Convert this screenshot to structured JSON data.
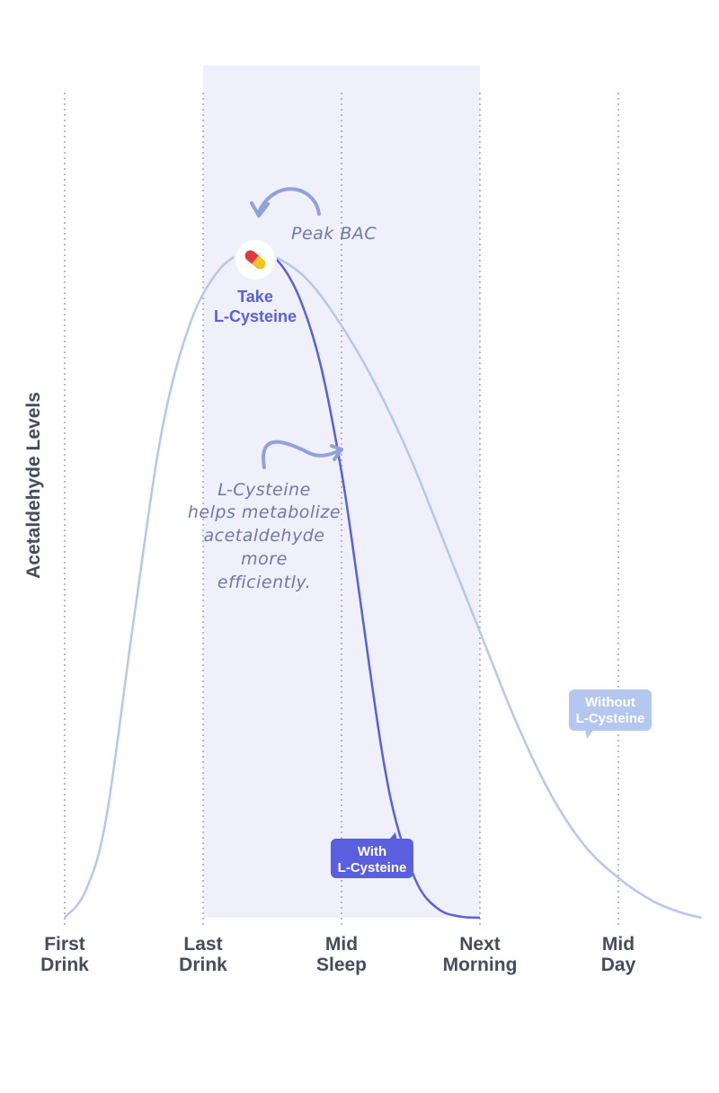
{
  "chart_data": {
    "type": "line",
    "ylabel": "Acetaldehyde Levels",
    "xlabel": "",
    "categories": [
      {
        "line1": "First",
        "line2": "Drink"
      },
      {
        "line1": "Last",
        "line2": "Drink"
      },
      {
        "line1": "Mid",
        "line2": "Sleep"
      },
      {
        "line1": "Next",
        "line2": "Morning"
      },
      {
        "line1": "Mid",
        "line2": "Day"
      }
    ],
    "xlim": [
      0,
      4.6
    ],
    "ylim": [
      0,
      1
    ],
    "shaded_range": [
      1,
      3
    ],
    "series": [
      {
        "name": "Without L-Cysteine",
        "label_line1": "Without",
        "label_line2": "L-Cysteine",
        "color": "#b4c7ee",
        "x": [
          0,
          0.15,
          0.3,
          0.5,
          0.7,
          0.9,
          1.1,
          1.3,
          1.5,
          1.75,
          2.0,
          2.25,
          2.5,
          2.75,
          3.0,
          3.25,
          3.5,
          3.75,
          4.0,
          4.25,
          4.45,
          4.6
        ],
        "y": [
          0.0,
          0.04,
          0.15,
          0.45,
          0.73,
          0.89,
          0.97,
          1.0,
          0.995,
          0.96,
          0.89,
          0.8,
          0.69,
          0.56,
          0.43,
          0.3,
          0.19,
          0.11,
          0.06,
          0.025,
          0.008,
          0.0
        ]
      },
      {
        "name": "With L-Cysteine",
        "label_line1": "With",
        "label_line2": "L-Cysteine",
        "color": "#5a5fe0",
        "x": [
          1.42,
          1.55,
          1.7,
          1.85,
          2.0,
          2.1,
          2.2,
          2.3,
          2.4,
          2.55,
          2.7,
          2.85,
          3.0
        ],
        "y": [
          1.0,
          0.985,
          0.93,
          0.83,
          0.67,
          0.53,
          0.38,
          0.24,
          0.14,
          0.05,
          0.013,
          0.002,
          0.0
        ]
      }
    ],
    "annotations": {
      "peak": "Peak BAC",
      "take_line1": "Take",
      "take_line2": "L-Cysteine",
      "note_lines": [
        "L-Cysteine",
        "helps metabolize",
        "acetaldehyde",
        "more",
        "efficiently."
      ]
    },
    "colors": {
      "shade": "#f0f0fb",
      "grid": "#a9abb6",
      "axis_text": "#474b5e",
      "hand": "#6f78ab",
      "arrow": "#8fa2d9"
    }
  }
}
